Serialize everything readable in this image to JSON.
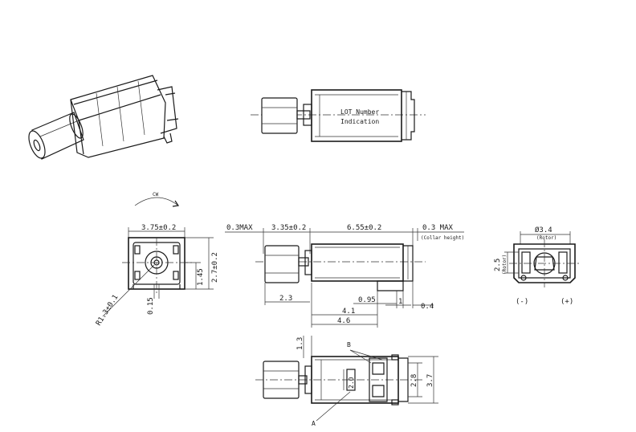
{
  "labels": {
    "lot_number_line1": "LOT Number",
    "lot_number_line2": "Indication",
    "rotation": "CW",
    "width_375": "3.75±0.2",
    "radius": "R1.3±0.1",
    "dim_015": "0.15",
    "dim_145": "1.45",
    "dim_27": "2.7±0.2",
    "dim_03max": "0.3MAX",
    "dim_335": "3.35±0.2",
    "dim_655": "6.55±0.2",
    "dim_03max_right": "0.3 MAX",
    "collar_height": "(Collar height)",
    "dim_23": "2.3",
    "dim_41": "4.1",
    "dim_095": "0.95",
    "dim_1": "1",
    "dim_04": "0.4",
    "dim_46": "4.6",
    "dim_phi34": "Ø3.4",
    "rotor_note": "(Rotor)",
    "dim_25": "2.5",
    "rotor_note_small": "(Rotor)",
    "minus": "(-)",
    "plus": "(+)",
    "dim_13": "1.3",
    "label_b": "B",
    "label_a": "A",
    "dim_20": "2.0",
    "dim_28": "2.8",
    "dim_37": "3.7"
  }
}
